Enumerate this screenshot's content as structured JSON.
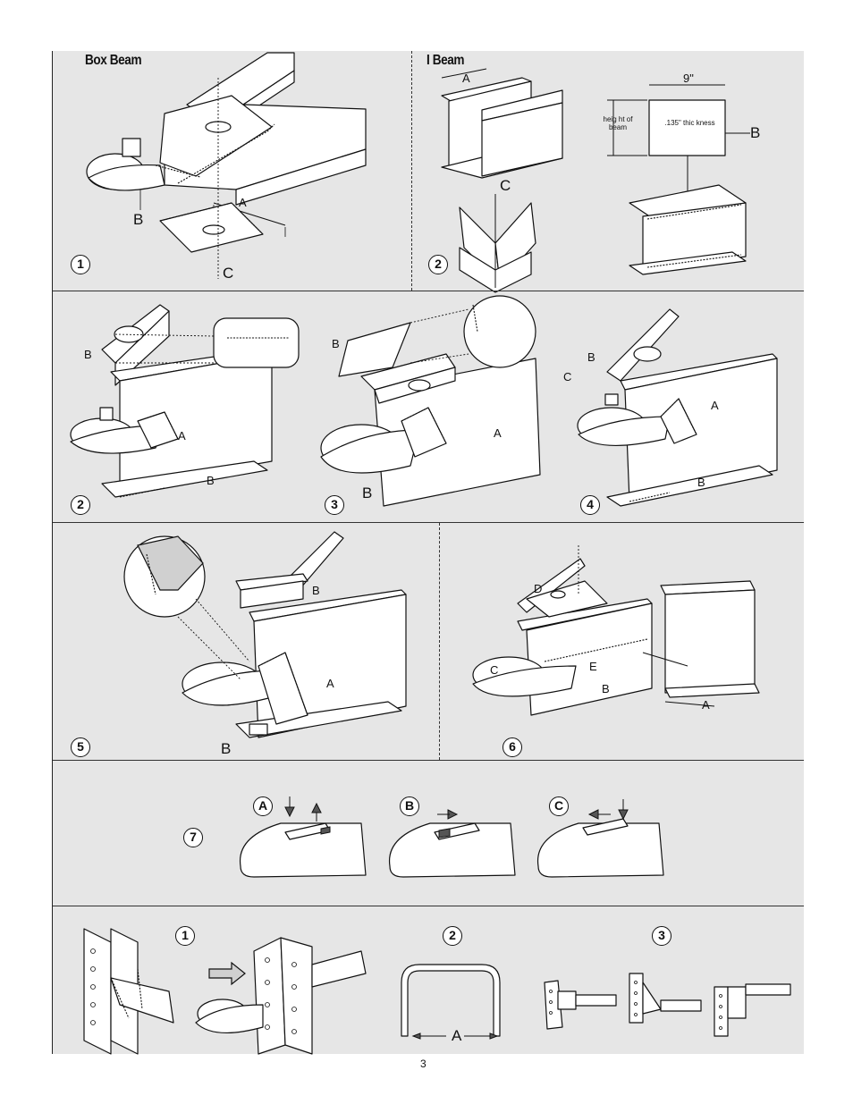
{
  "page": {
    "number": "3"
  },
  "box_beam": {
    "title": "Box Beam",
    "step": "1",
    "labels": {
      "a": "A",
      "b": "B",
      "c": "C"
    }
  },
  "i_beam": {
    "title": "I Beam",
    "step": "2",
    "labels": {
      "a": "A",
      "b": "B",
      "c": "C"
    },
    "spec": {
      "width": "9\"",
      "height_label": "heig ht of beam",
      "thickness": ".135\" thic kness"
    }
  },
  "row2": {
    "panels": [
      {
        "step": "2",
        "labels": [
          "B",
          "A",
          "B"
        ]
      },
      {
        "step": "3",
        "labels": [
          "B",
          "A",
          "B"
        ]
      },
      {
        "step": "4",
        "labels": [
          "B",
          "C",
          "A",
          "B"
        ]
      }
    ]
  },
  "row3": {
    "panels": [
      {
        "step": "5",
        "labels": [
          "B",
          "A",
          "B"
        ]
      },
      {
        "step": "6",
        "labels": [
          "D",
          "C",
          "E",
          "B",
          "A"
        ]
      }
    ]
  },
  "row4": {
    "step": "7",
    "latch_steps": [
      "A",
      "B",
      "C"
    ]
  },
  "row5": {
    "steps": [
      "1",
      "2",
      "3"
    ],
    "labels": {
      "a": "A"
    }
  }
}
